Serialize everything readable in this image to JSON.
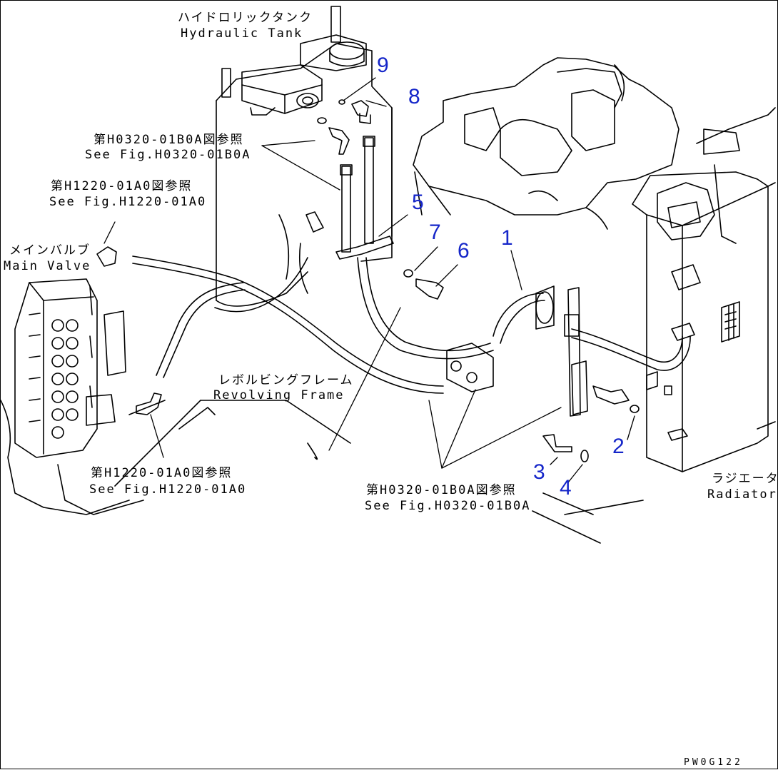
{
  "labels": {
    "hydraulic_tank_jp": "ハイドロリックタンク",
    "hydraulic_tank_en": "Hydraulic Tank",
    "ref_h0320_top_jp": "第H0320-01B0A図参照",
    "ref_h0320_top_en": "See Fig.H0320-01B0A",
    "ref_h1220_top_jp": "第H1220-01A0図参照",
    "ref_h1220_top_en": "See Fig.H1220-01A0",
    "main_valve_jp": "メインバルブ",
    "main_valve_en": "Main Valve",
    "revolving_frame_jp": "レボルビングフレーム",
    "revolving_frame_en": "Revolving Frame",
    "ref_h1220_bottom_jp": "第H1220-01A0図参照",
    "ref_h1220_bottom_en": "See Fig.H1220-01A0",
    "ref_h0320_bottom_jp": "第H0320-01B0A図参照",
    "ref_h0320_bottom_en": "See Fig.H0320-01B0A",
    "radiator_jp": "ラジエータ",
    "radiator_en": "Radiator"
  },
  "part_numbers": [
    "1",
    "2",
    "3",
    "4",
    "5",
    "6",
    "7",
    "8",
    "9"
  ],
  "drawing_code": "PW0G122",
  "colors": {
    "callout": "#1526c9",
    "line": "#000000",
    "background": "#ffffff"
  }
}
